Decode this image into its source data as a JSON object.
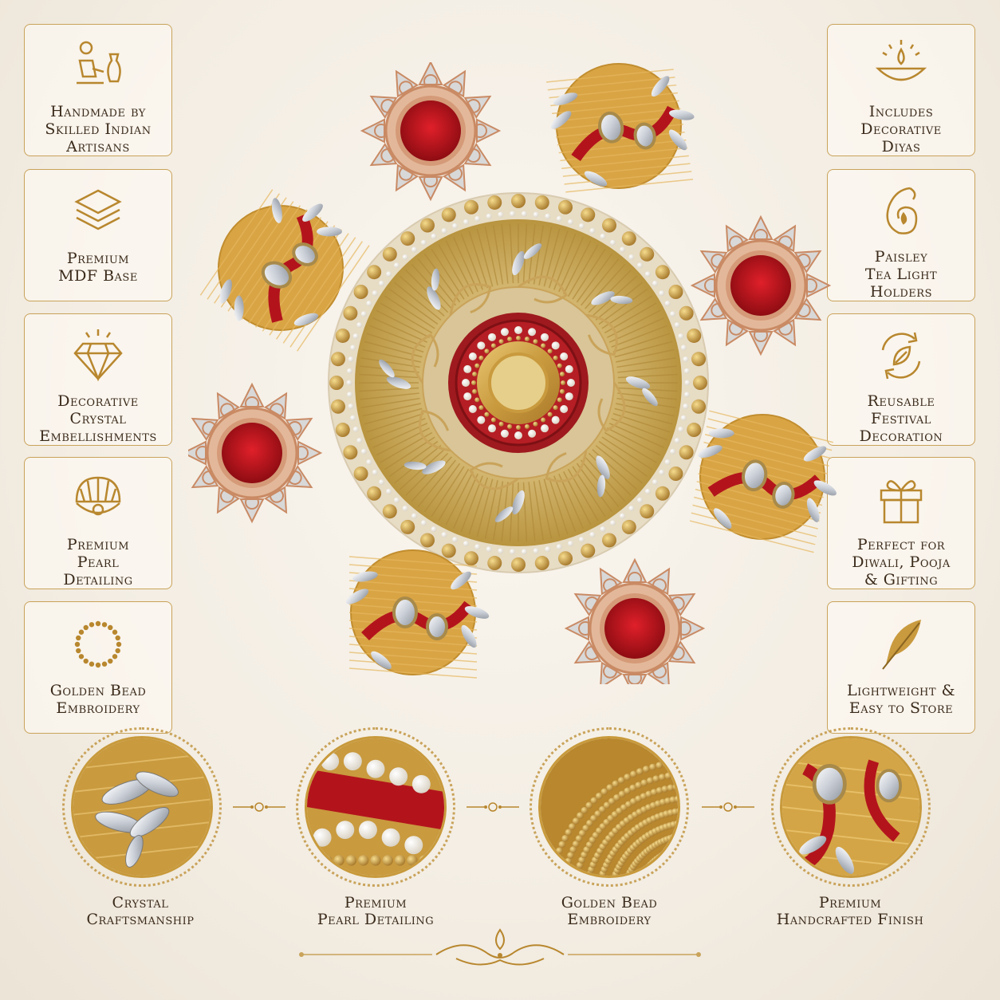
{
  "left_features": [
    {
      "label": "Handmade by\nSkilled Indian\nArtisans",
      "icon": "artisan-pottery-icon"
    },
    {
      "label": "Premium\nMDF Base",
      "icon": "layers-icon"
    },
    {
      "label": "Decorative\nCrystal\nEmbellishments",
      "icon": "diamond-icon"
    },
    {
      "label": "Premium\nPearl\nDetailing",
      "icon": "pearl-shell-icon"
    },
    {
      "label": "Golden Bead\nEmbroidery",
      "icon": "bead-ring-icon"
    }
  ],
  "right_features": [
    {
      "label": "Includes\nDecorative\nDiyas",
      "icon": "diya-lamp-icon"
    },
    {
      "label": "Paisley\nTea Light\nHolders",
      "icon": "paisley-icon"
    },
    {
      "label": "Reusable\nFestival\nDecoration",
      "icon": "reusable-leaf-icon"
    },
    {
      "label": "Perfect for\nDiwali, Pooja\n& Gifting",
      "icon": "gift-box-icon"
    },
    {
      "label": "Lightweight &\nEasy to Store",
      "icon": "feather-icon"
    }
  ],
  "details": [
    {
      "label": "Crystal\nCraftsmanship"
    },
    {
      "label": "Premium\nPearl Detailing"
    },
    {
      "label": "Golden Bead\nEmbroidery"
    },
    {
      "label": "Premium\nHandcrafted Finish"
    }
  ],
  "colors": {
    "gold": "#c9a35a",
    "deep_gold": "#b8872e",
    "red": "#b0141c",
    "text": "#3a2a1a",
    "background": "#f5efe5"
  }
}
